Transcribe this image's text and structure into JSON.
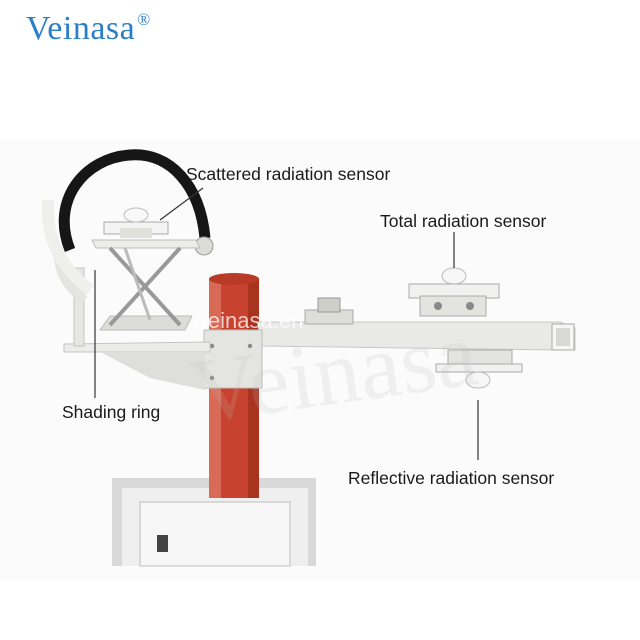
{
  "brand": {
    "name": "Veinasa",
    "mark": "®"
  },
  "labels": {
    "scattered": "Scattered radiation sensor",
    "total": "Total radiation sensor",
    "shading": "Shading ring",
    "reflective": "Reflective radiation sensor"
  },
  "watermark": {
    "small": "weinasa.en",
    "large": "Veinasa"
  },
  "colors": {
    "brand": "#2a7fc9",
    "pole": "#c8432f",
    "frame": "#e9e9e6"
  }
}
